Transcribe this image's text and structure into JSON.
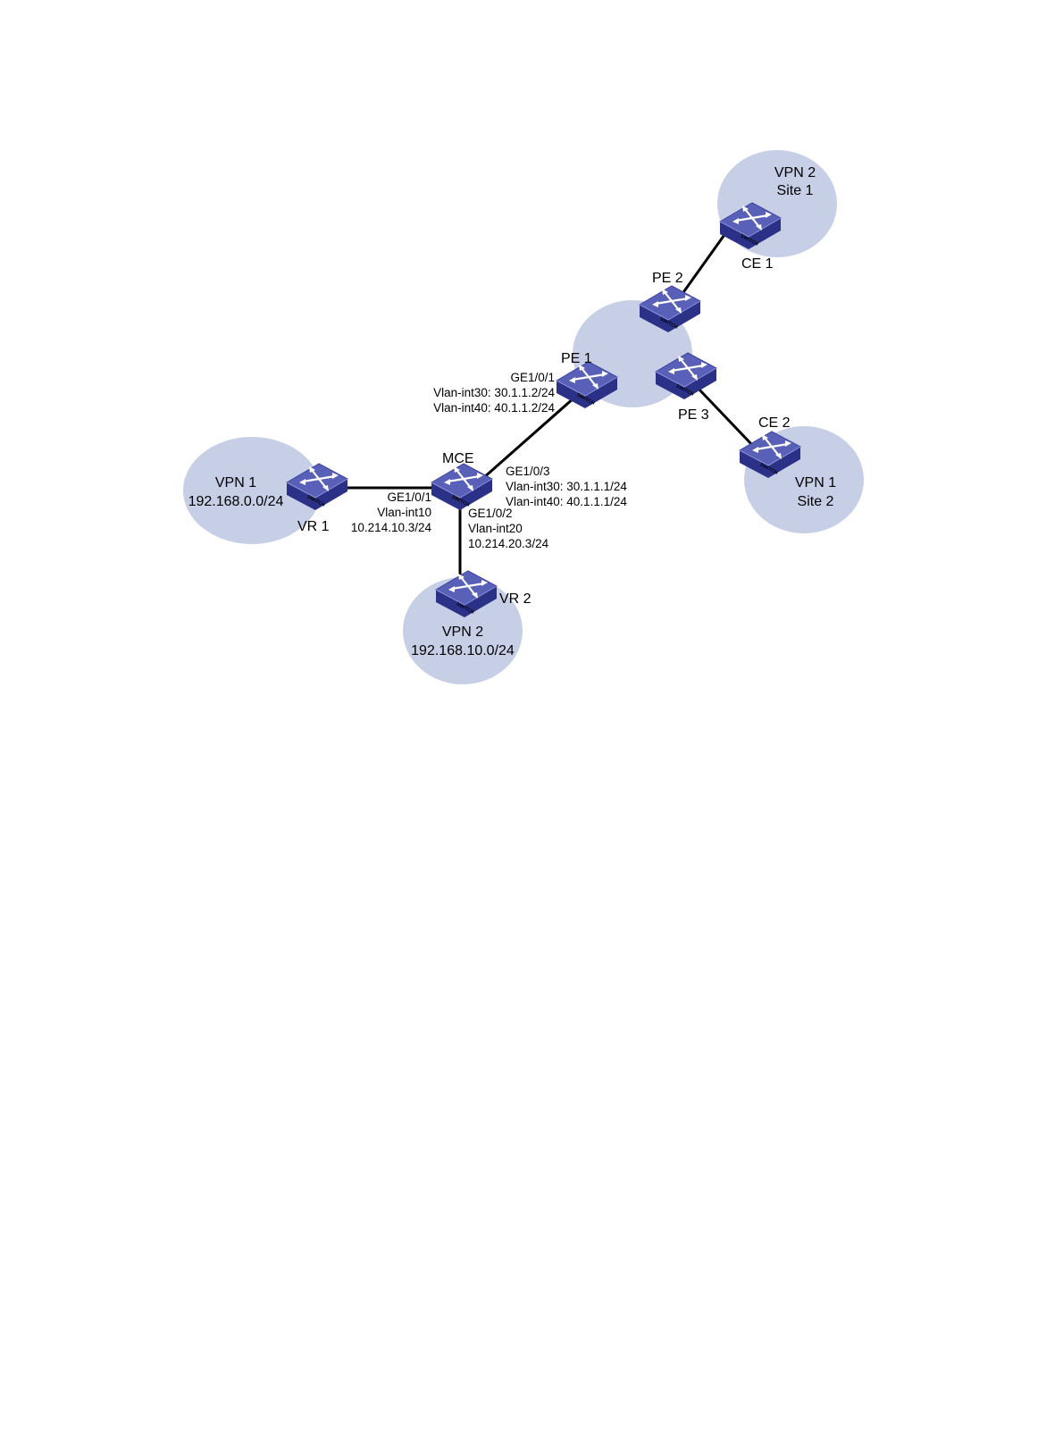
{
  "colors": {
    "cloud_fill": "#c7cfe7",
    "switch_top": "#5960b8",
    "switch_side": "#2c3188",
    "link": "#000000"
  },
  "device_icon": "network-switch-icon",
  "device_badge": "SWITCH",
  "clouds": {
    "vpn2_site1": [
      "VPN 2",
      "Site 1"
    ],
    "vpn1_site2": [
      "VPN 1",
      "Site 2"
    ],
    "vpn1_left": [
      "VPN 1",
      "192.168.0.0/24"
    ],
    "vpn2_bottom": [
      "VPN 2",
      "192.168.10.0/24"
    ]
  },
  "devices": {
    "ce1": "CE 1",
    "pe2": "PE 2",
    "pe1": "PE 1",
    "pe3": "PE 3",
    "ce2": "CE 2",
    "mce": "MCE",
    "vr1": "VR 1",
    "vr2": "VR 2"
  },
  "interfaces": {
    "pe1_port": [
      "GE1/0/1",
      "Vlan-int30: 30.1.1.2/24",
      "Vlan-int40: 40.1.1.2/24"
    ],
    "mce_pe_port": [
      "GE1/0/3",
      "Vlan-int30: 30.1.1.1/24",
      "Vlan-int40: 40.1.1.1/24"
    ],
    "mce_vr1_port": [
      "GE1/0/1",
      "Vlan-int10",
      "10.214.10.3/24"
    ],
    "mce_vr2_port": [
      "GE1/0/2",
      "Vlan-int20",
      "10.214.20.3/24"
    ]
  }
}
